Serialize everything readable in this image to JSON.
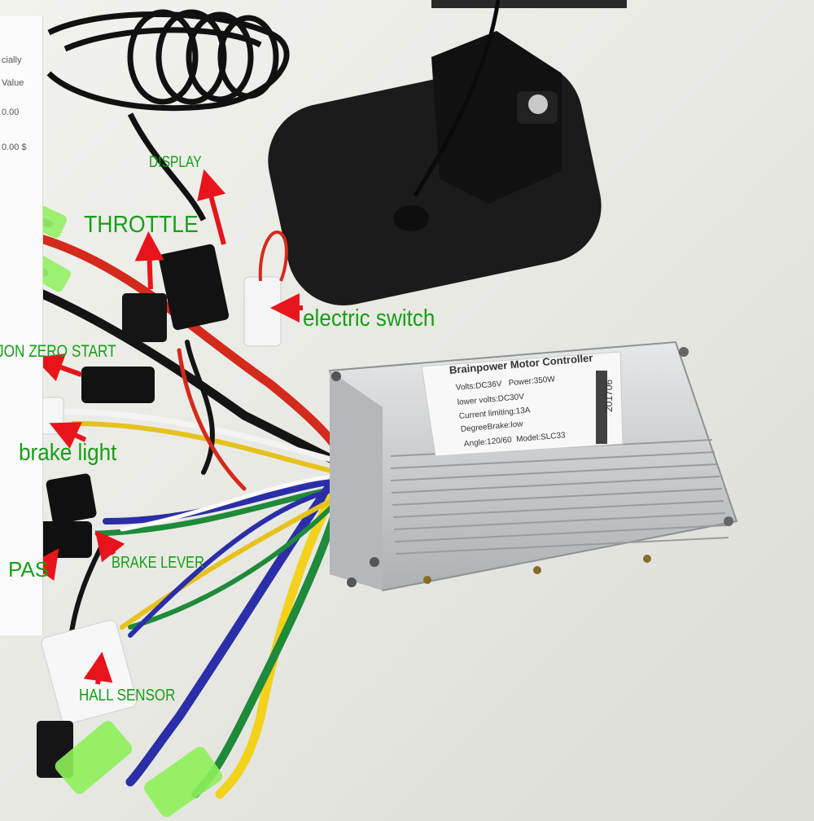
{
  "labels": {
    "display": "DISPLAY",
    "throttle": "THROTTLE",
    "electric_switch": "electric switch",
    "non_zero_start": "JON ZERO START",
    "brake_light": "brake light",
    "pas": "PAS",
    "brake_lever": "BRAKE LEVER",
    "hall_sensor": "HALL SENSOR"
  },
  "controller_label": {
    "title": "Brainpower Motor Controller",
    "volts": "Volts:DC36V",
    "power": "Power:350W",
    "lower_volts": "lower volts:DC30V",
    "current_limiting": "Current limiting:13A",
    "degree_brake": "DegreeBrake:low",
    "angle": "Angle:120/60",
    "model": "Model:SLC33",
    "barcode_number": "201706"
  },
  "colors": {
    "annotation_text": "#14a014",
    "arrow": "#e8141c",
    "controller_body": "#c9ccce"
  }
}
